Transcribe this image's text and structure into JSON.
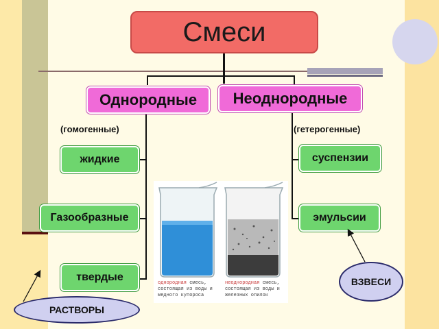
{
  "title": "Смеси",
  "categories": {
    "left": {
      "label": "Однородные",
      "sub": "(гомогенные)"
    },
    "right": {
      "label": "Неоднородные",
      "sub": "(гетерогенные)"
    }
  },
  "left_items": [
    "жидкие",
    "Газообразные",
    "твердые"
  ],
  "right_items": [
    "суспензии",
    "эмульсии"
  ],
  "captions": {
    "left": {
      "highlight": "однородная",
      "rest": " смесь, состоящая из воды и медного купороса"
    },
    "right": {
      "highlight": "неоднородная",
      "rest": " смесь, состоящая из воды и железных опилок"
    }
  },
  "ovals": {
    "left": "РАСТВОРЫ",
    "right": "ВЗВЕСИ"
  },
  "colors": {
    "title": "#f26b66",
    "category": "#f06ad8",
    "item": "#6ed56e",
    "oval": "#d0d0f0",
    "background": "#fde9a8"
  }
}
